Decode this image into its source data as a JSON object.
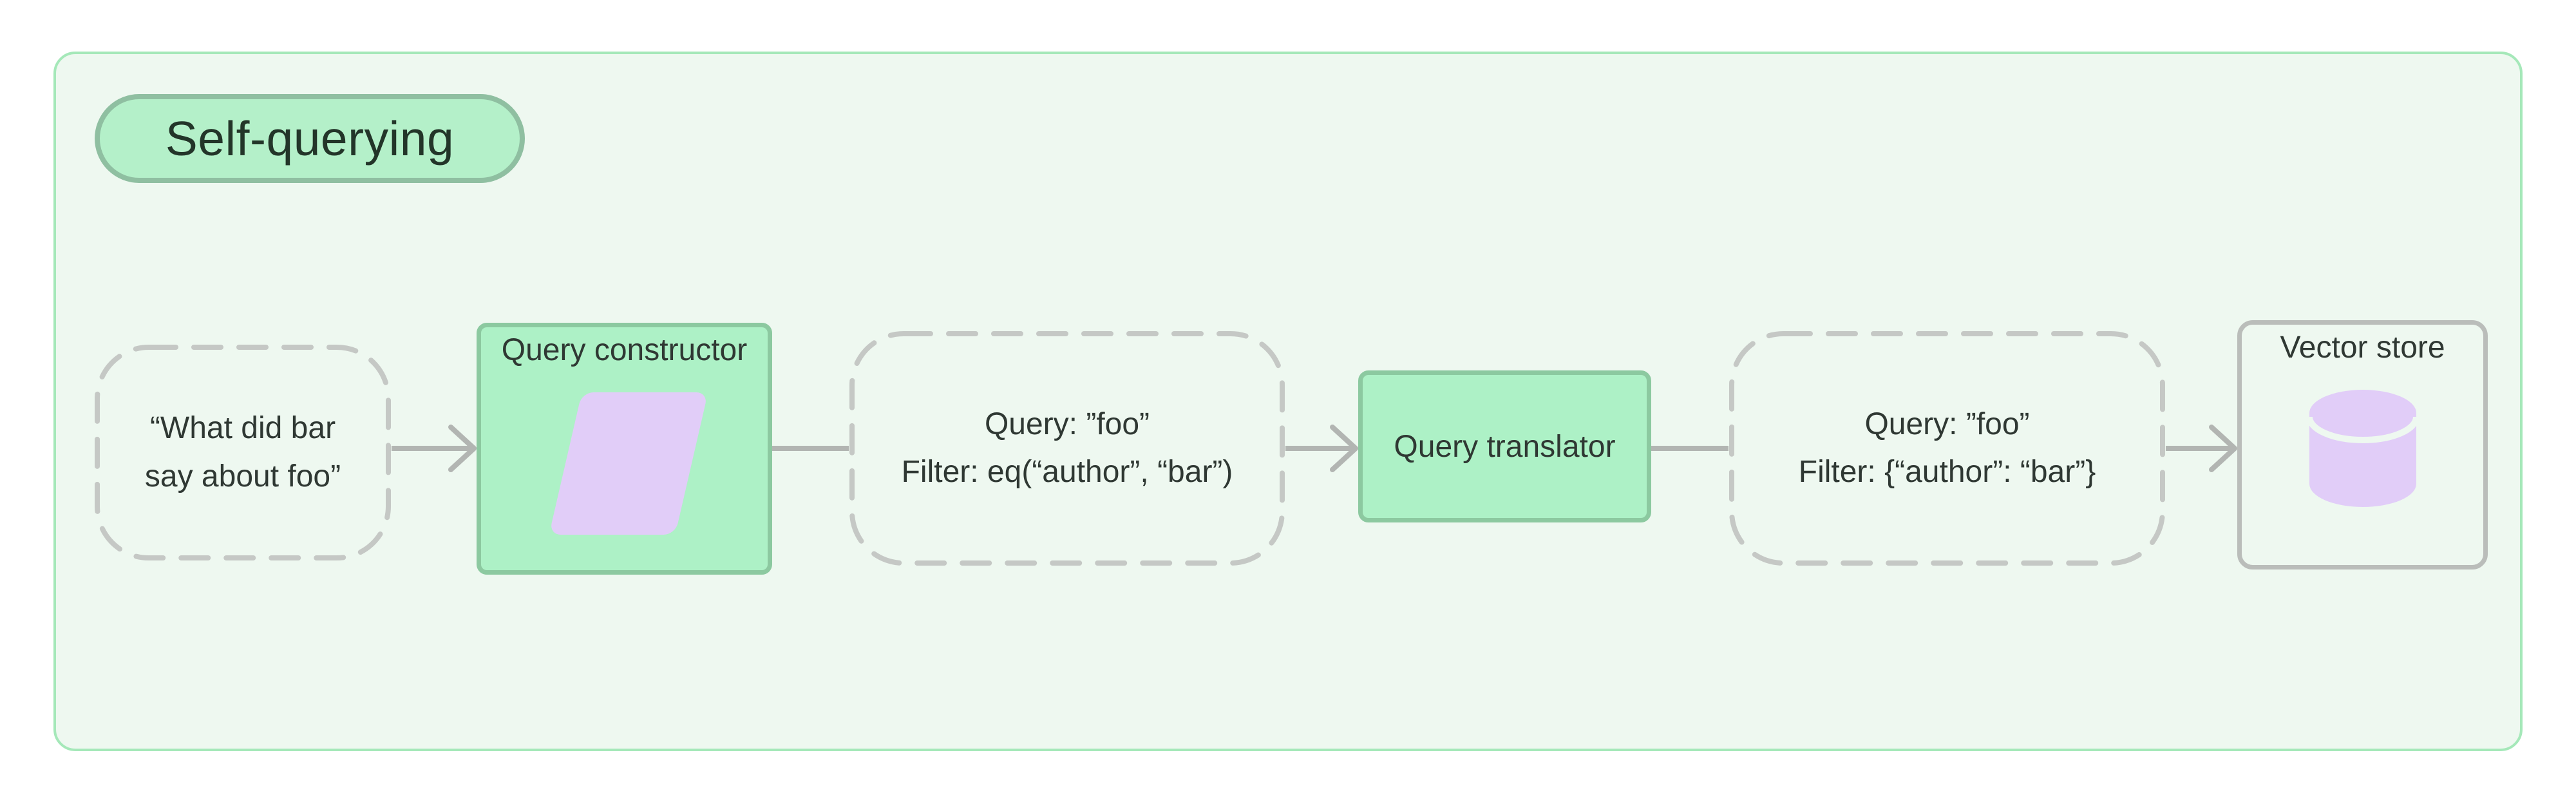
{
  "diagram": {
    "title": "Self-querying",
    "nodes": [
      {
        "id": "user-query",
        "type": "dashed",
        "lines": [
          "“What did bar",
          "say about foo”"
        ]
      },
      {
        "id": "query-constructor",
        "type": "solid-green",
        "label": "Query constructor",
        "icon": "parallelogram-icon"
      },
      {
        "id": "structured-query",
        "type": "dashed",
        "lines": [
          "Query: ”foo”",
          "Filter: eq(“author”, “bar”)"
        ]
      },
      {
        "id": "query-translator",
        "type": "solid-green",
        "label": "Query translator"
      },
      {
        "id": "translated-query",
        "type": "dashed",
        "lines": [
          "Query: ”foo”",
          "Filter: {“author”: “bar”}"
        ]
      },
      {
        "id": "vector-store",
        "type": "outlined",
        "label": "Vector store",
        "icon": "database-cylinder-icon"
      }
    ],
    "connectors": [
      {
        "from": "user-query",
        "to": "query-constructor",
        "arrowhead": true
      },
      {
        "from": "query-constructor",
        "to": "structured-query",
        "arrowhead": false
      },
      {
        "from": "structured-query",
        "to": "query-translator",
        "arrowhead": true
      },
      {
        "from": "query-translator",
        "to": "translated-query",
        "arrowhead": false
      },
      {
        "from": "translated-query",
        "to": "vector-store",
        "arrowhead": true
      }
    ],
    "colors": {
      "page_bg": "#ffffff",
      "canvas_bg": "#eef8f0",
      "canvas_border": "#a5e8b9",
      "badge_bg": "#b4f0c9",
      "badge_border": "#8fbfa1",
      "green_node_bg": "#adf1c6",
      "green_node_border": "#8cc9a0",
      "purple_shape": "#e1cdf8",
      "dashed_border": "#c5c8c5",
      "outline_node_border": "#babdba",
      "connector": "#b2b5b2",
      "text": "#2f3833"
    }
  }
}
